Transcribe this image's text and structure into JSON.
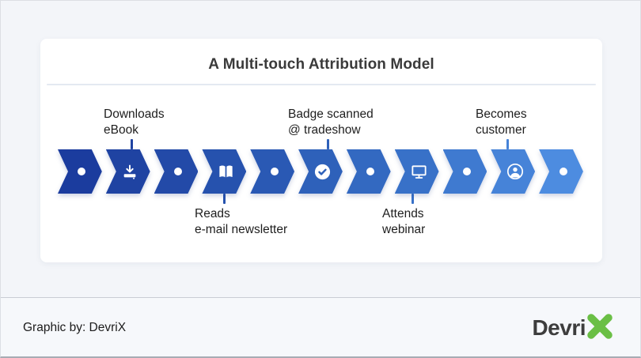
{
  "title": "A Multi-touch Attribution Model",
  "labels": [
    {
      "id": "downloads-ebook",
      "line1": "Downloads",
      "line2": "eBook",
      "position": "top",
      "step_index": 1
    },
    {
      "id": "badge-scanned",
      "line1": "Badge scanned",
      "line2": "@ tradeshow",
      "position": "top",
      "step_index": 5
    },
    {
      "id": "becomes-customer",
      "line1": "Becomes",
      "line2": "customer",
      "position": "top",
      "step_index": 9
    },
    {
      "id": "reads-newsletter",
      "line1": "Reads",
      "line2": "e-mail newsletter",
      "position": "bottom",
      "step_index": 3
    },
    {
      "id": "attends-webinar",
      "line1": "Attends",
      "line2": "webinar",
      "position": "bottom",
      "step_index": 7
    }
  ],
  "steps": [
    {
      "icon": "dot-icon",
      "color": "#1b3c9e"
    },
    {
      "icon": "download-icon",
      "color": "#1f43a2"
    },
    {
      "icon": "dot-icon",
      "color": "#234aa8"
    },
    {
      "icon": "open-book-icon",
      "color": "#2652ae"
    },
    {
      "icon": "dot-icon",
      "color": "#2a59b4"
    },
    {
      "icon": "check-circle-icon",
      "color": "#2e61ba"
    },
    {
      "icon": "dot-icon",
      "color": "#3369c1"
    },
    {
      "icon": "monitor-icon",
      "color": "#3871c8"
    },
    {
      "icon": "dot-icon",
      "color": "#3f7ad0"
    },
    {
      "icon": "person-circle-icon",
      "color": "#4683d8"
    },
    {
      "icon": "dot-icon",
      "color": "#4d8ce0"
    }
  ],
  "footer": {
    "credit": "Graphic by: DevriX",
    "logo_text": "Devri",
    "logo_mark": "X",
    "logo_mark_color": "#6abf45"
  },
  "colors": {
    "page_background": "#f3f5f9",
    "card_background": "#ffffff",
    "gradient_start": "#1b3c9e",
    "gradient_end": "#4d8ce0",
    "title_text": "#3a3a3a",
    "label_text": "#1e1e1e"
  }
}
